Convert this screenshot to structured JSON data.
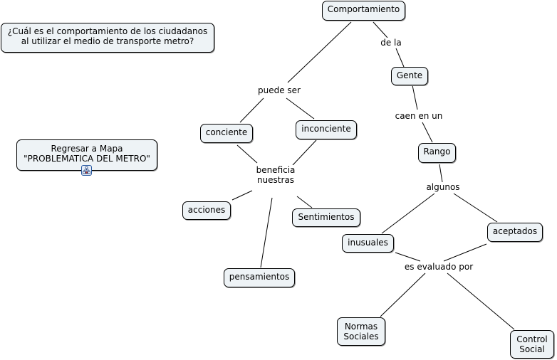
{
  "question": "¿Cuál es el comportamiento de los ciudadanos al utilizar el medio de transporte metro?",
  "question_lines": [
    "¿Cuál es el comportamiento de los ciudadanos",
    "al utilizar el medio de transporte metro?"
  ],
  "back_link": {
    "lines": [
      "Regresar a Mapa",
      "\"PROBLEMATICA DEL METRO\""
    ],
    "icon": "concept-map-link-icon"
  },
  "concepts": {
    "comportamiento": "Comportamiento",
    "gente": "Gente",
    "conciente": "conciente",
    "inconciente": "inconciente",
    "rango": "Rango",
    "acciones": "acciones",
    "sentimientos": "Sentimientos",
    "pensamientos": "pensamientos",
    "inusuales": "inusuales",
    "aceptados": "aceptados",
    "normas_sociales": [
      "Normas",
      "Sociales"
    ],
    "control_social": [
      "Control",
      "Social"
    ]
  },
  "linking_phrases": {
    "de_la": "de la",
    "puede_ser": "puede ser",
    "caen_en_un": "caen en un",
    "beneficia_nuestras": [
      "beneficia",
      "nuestras"
    ],
    "algunos": "algunos",
    "es_evaluado_por": "es evaluado por"
  }
}
